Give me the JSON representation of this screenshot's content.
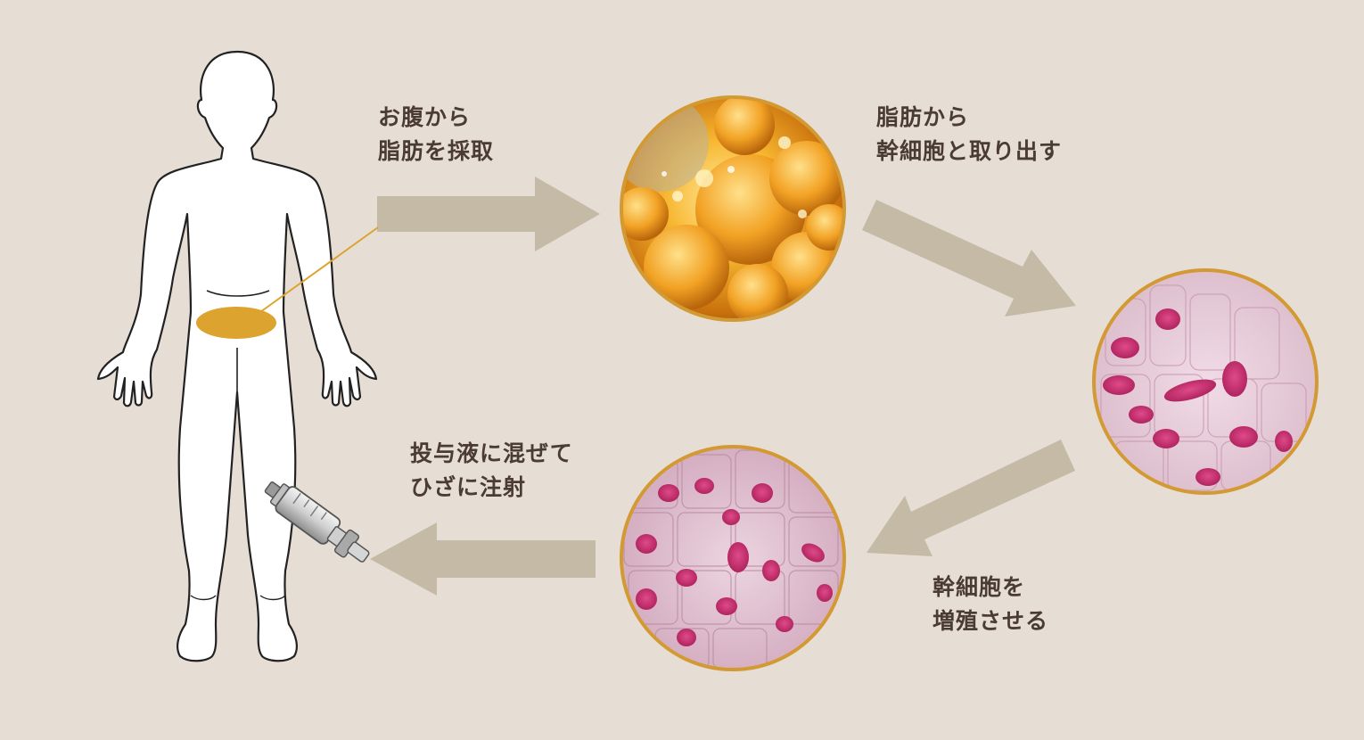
{
  "steps": {
    "harvest": {
      "line1": "お腹から",
      "line2": "脂肪を採取"
    },
    "extract": {
      "line1": "脂肪から",
      "line2": "幹細胞と取り出す"
    },
    "culture": {
      "line1": "幹細胞を",
      "line2": "増殖させる"
    },
    "inject": {
      "line1": "投与液に混ぜて",
      "line2": "ひざに注射"
    }
  },
  "icons": {
    "body": "human-body-outline-icon",
    "syringe": "syringe-icon"
  },
  "colors": {
    "background": "#e6ddd5",
    "arrow": "#c5baa6",
    "fat_region": "#dca32e",
    "circle_border": "#d39a34",
    "text": "#4a3b33"
  }
}
